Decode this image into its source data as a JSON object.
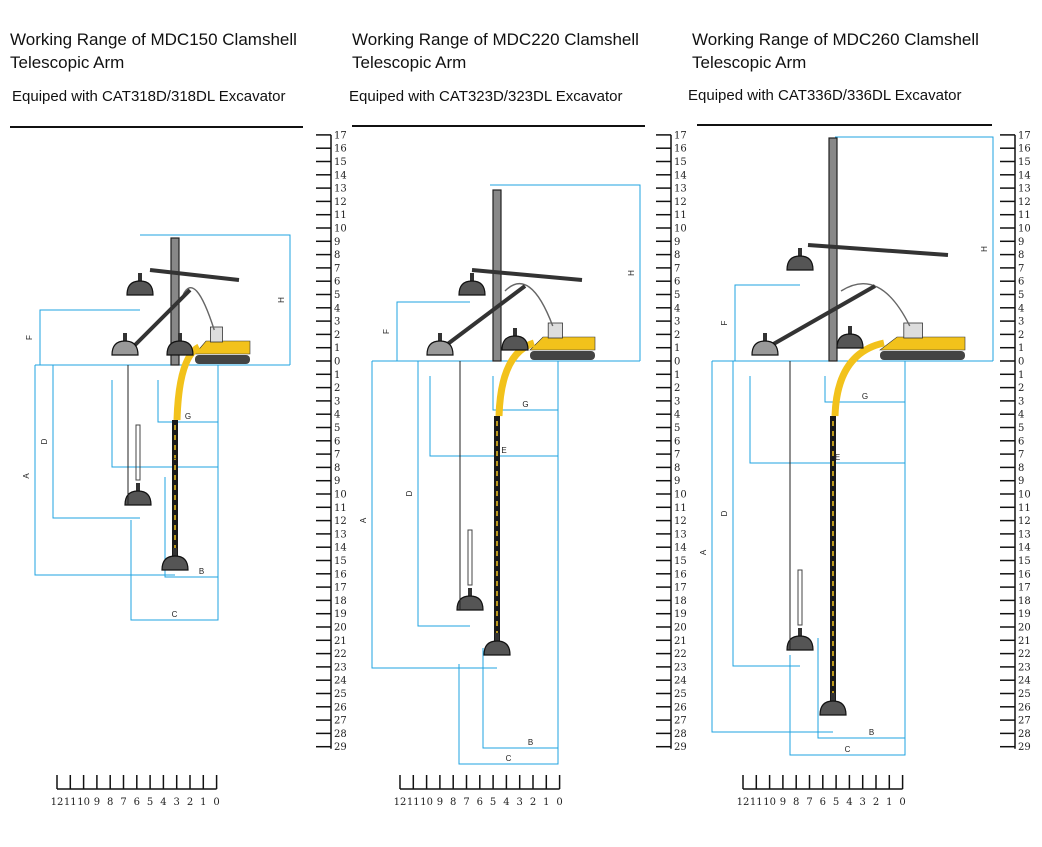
{
  "panels": [
    {
      "title_line1": "Working Range of MDC150 Clamshell",
      "title_line2": "Telescopic Arm",
      "subtitle": "Equiped with CAT318D/318DL Excavator"
    },
    {
      "title_line1": "Working Range of MDC220 Clamshell",
      "title_line2": "Telescopic Arm",
      "subtitle": "Equiped with CAT323D/323DL Excavator"
    },
    {
      "title_line1": "Working Range of MDC260 Clamshell",
      "title_line2": "Telescopic Arm",
      "subtitle": "Equiped with CAT336D/336DL Excavator"
    }
  ],
  "vertical_scale": {
    "above": [
      "17",
      "16",
      "15",
      "14",
      "13",
      "12",
      "11",
      "10",
      "9",
      "8",
      "7",
      "6",
      "5",
      "4",
      "3",
      "2",
      "1",
      "0"
    ],
    "below": [
      "1",
      "2",
      "3",
      "4",
      "5",
      "6",
      "7",
      "8",
      "9",
      "10",
      "11",
      "12",
      "13",
      "14",
      "15",
      "16",
      "17",
      "18",
      "19",
      "20",
      "21",
      "22",
      "23",
      "24",
      "25",
      "26",
      "27",
      "28",
      "29"
    ]
  },
  "horizontal_scale": [
    "12",
    "11",
    "10",
    "9",
    "8",
    "7",
    "6",
    "5",
    "4",
    "3",
    "2",
    "1",
    "0"
  ],
  "dimension_letters": {
    "A": "A",
    "B": "B",
    "C": "C",
    "D": "D",
    "E": "E",
    "F": "F",
    "G": "G",
    "H": "H"
  },
  "colors": {
    "dimension": "#1fa3e0",
    "machine": "#f2c21b",
    "arm": "#1a1a1a"
  }
}
